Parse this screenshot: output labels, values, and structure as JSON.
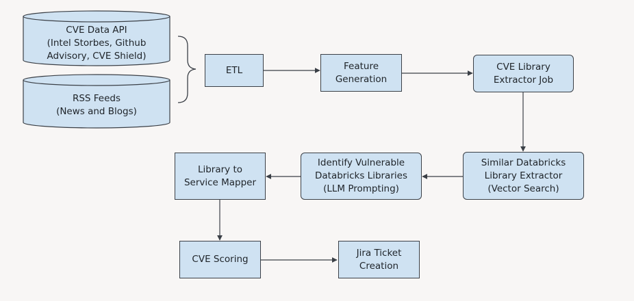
{
  "colors": {
    "background": "#f8f6f5",
    "node_fill": "#cfe2f2",
    "node_stroke": "#3a3f46",
    "text": "#1e2328",
    "edge": "#3a3f46"
  },
  "sources": {
    "cve_data_api": "CVE Data API\n(Intel Storbes, Github\nAdvisory, CVE Shield)",
    "rss_feeds": "RSS Feeds\n(News and Blogs)"
  },
  "nodes": {
    "etl": "ETL",
    "feature_generation": "Feature\nGeneration",
    "cve_library_extractor_job": "CVE Library\nExtractor Job",
    "similar_databricks_library_extractor": "Similar Databricks\nLibrary Extractor\n(Vector Search)",
    "identify_vulnerable_libraries": "Identify Vulnerable\nDatabricks Libraries\n(LLM Prompting)",
    "library_to_service_mapper": "Library to\nService Mapper",
    "cve_scoring": "CVE Scoring",
    "jira_ticket_creation": "Jira Ticket\nCreation"
  },
  "edges": [
    {
      "from": "sources",
      "to": "etl"
    },
    {
      "from": "etl",
      "to": "feature_generation"
    },
    {
      "from": "feature_generation",
      "to": "cve_library_extractor_job"
    },
    {
      "from": "cve_library_extractor_job",
      "to": "similar_databricks_library_extractor"
    },
    {
      "from": "similar_databricks_library_extractor",
      "to": "identify_vulnerable_libraries"
    },
    {
      "from": "identify_vulnerable_libraries",
      "to": "library_to_service_mapper"
    },
    {
      "from": "library_to_service_mapper",
      "to": "cve_scoring"
    },
    {
      "from": "cve_scoring",
      "to": "jira_ticket_creation"
    }
  ]
}
